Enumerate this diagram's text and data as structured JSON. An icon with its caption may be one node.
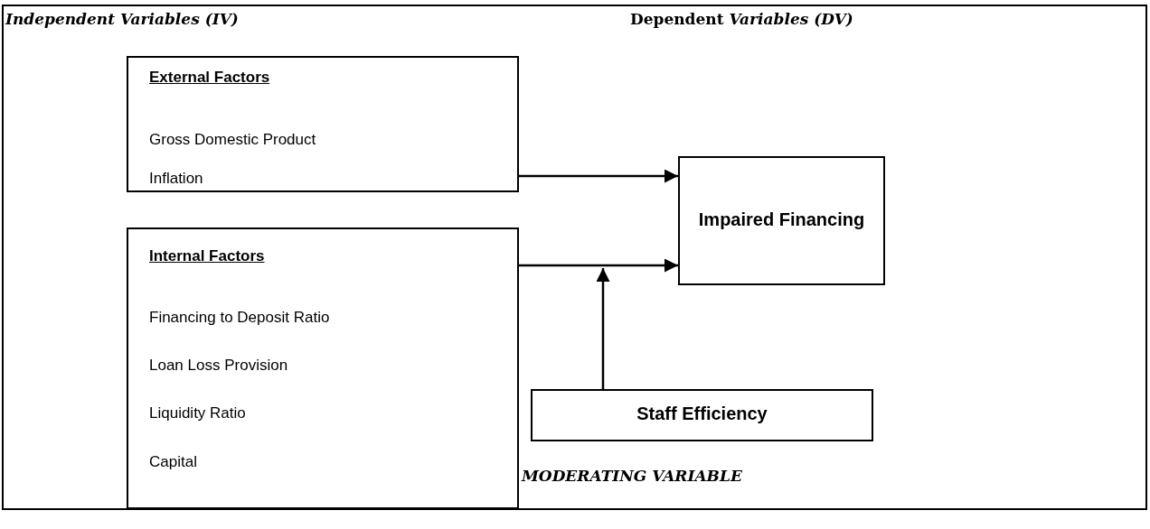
{
  "diagram": {
    "nodes": [
      {
        "text": [
          "External Factors",
          "Gross Domestic Product",
          "Inflation"
        ]
      },
      {
        "text": [
          "Internal Factors",
          "Financing to Deposit Ratio",
          "Loan Loss Provision",
          "Liquidity Ratio",
          "Capital"
        ]
      },
      {
        "text": [
          "Impaired Financing"
        ]
      },
      {
        "text": [
          "Staff Efficiency"
        ]
      }
    ],
    "edges": [
      {
        "from": 0,
        "to": 2,
        "arrow": "to"
      },
      {
        "from": 1,
        "to": 2,
        "arrow": "to"
      },
      {
        "from": 3,
        "to": null,
        "arrow": "to"
      }
    ],
    "labels": [
      "Independent Variables (IV)",
      "Dependent *Variables (DV)*",
      "MODERATING VARIABLE"
    ]
  }
}
